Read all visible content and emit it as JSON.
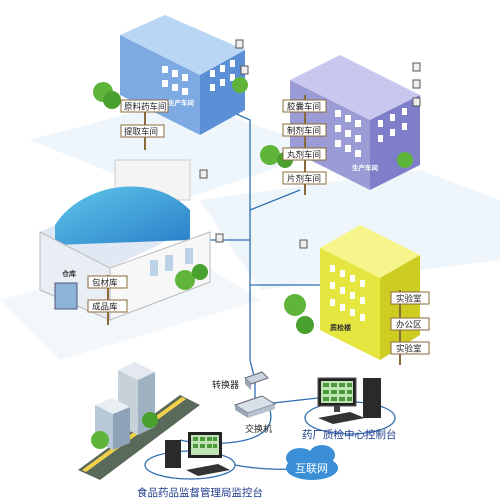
{
  "buildings": {
    "production_a": {
      "name": "生产车间",
      "signs": [
        "原料药车间",
        "提取车间"
      ]
    },
    "production_b": {
      "name": "生产车间",
      "signs": [
        "胶囊车间",
        "制剂车间",
        "丸剂车间",
        "片剂车间"
      ]
    },
    "warehouse": {
      "name": "仓库",
      "signs": [
        "包材库",
        "成品库"
      ]
    },
    "qc": {
      "name": "质检楼",
      "signs": [
        "实验室",
        "办公区",
        "实验室"
      ]
    }
  },
  "devices": {
    "converter": "转换器",
    "switch": "交换机"
  },
  "stations": {
    "factory_qc_center": "药厂质检中心控制台",
    "internet": "互联网",
    "fda_monitor": "食品药品监督管理局监控台"
  },
  "colors": {
    "line": "#2f6fb0",
    "blue_building": "#5b8fd6",
    "purple_building": "#7f7fc9",
    "yellow_building": "#e6e640",
    "label_text": "#1f3c8c"
  }
}
